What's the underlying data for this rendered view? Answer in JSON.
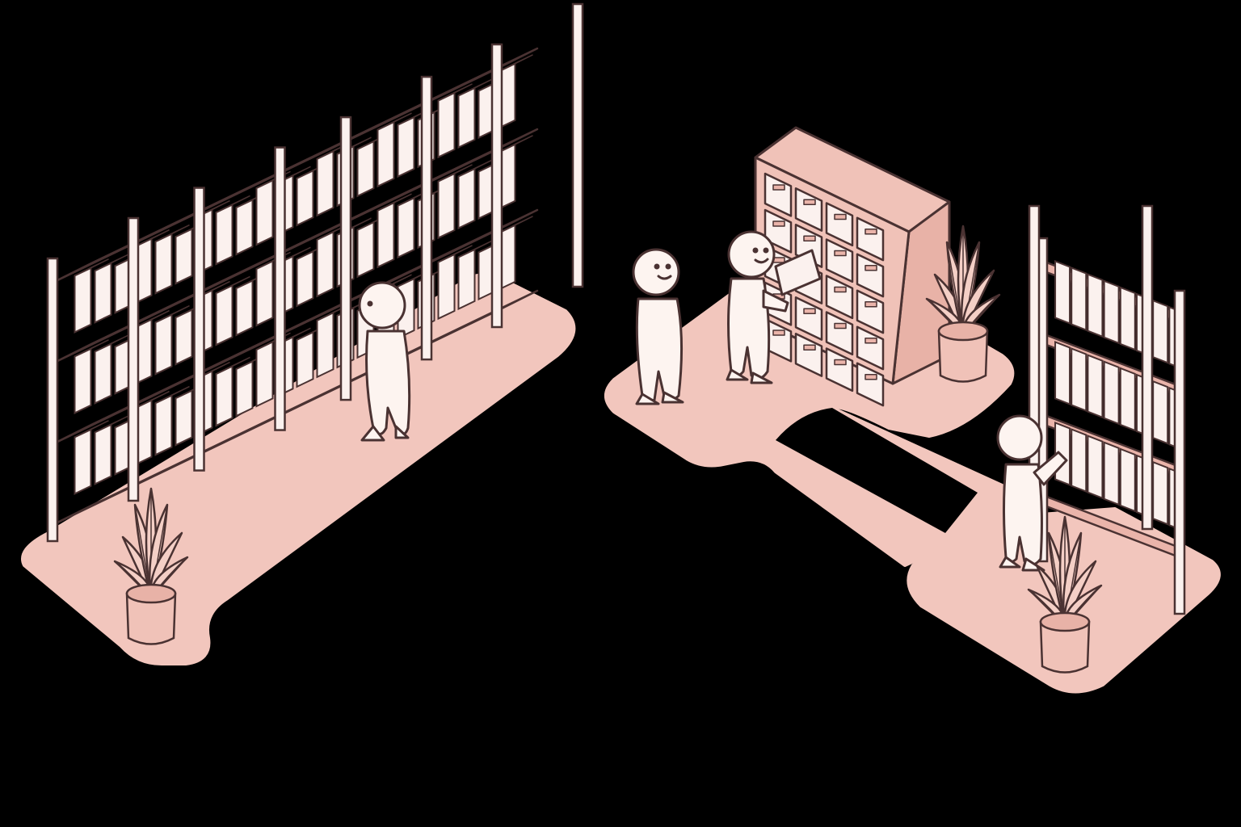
{
  "scene": {
    "palette": {
      "background": "#000000",
      "floor": "#f2c6bd",
      "furniture": "#f0c2b8",
      "shelf_plank": "#eab4aa",
      "book": "#fbf1ee",
      "figure": "#fdf4f0",
      "outline": "#4a3232",
      "leaf": "#f4cfc6"
    },
    "zones": [
      {
        "name": "bookshelf-area",
        "figures": 1,
        "plants": 1
      },
      {
        "name": "card-catalog-area",
        "figures": 2,
        "plants": 1
      },
      {
        "name": "shelf-nook",
        "figures": 1,
        "plants": 1
      }
    ]
  }
}
